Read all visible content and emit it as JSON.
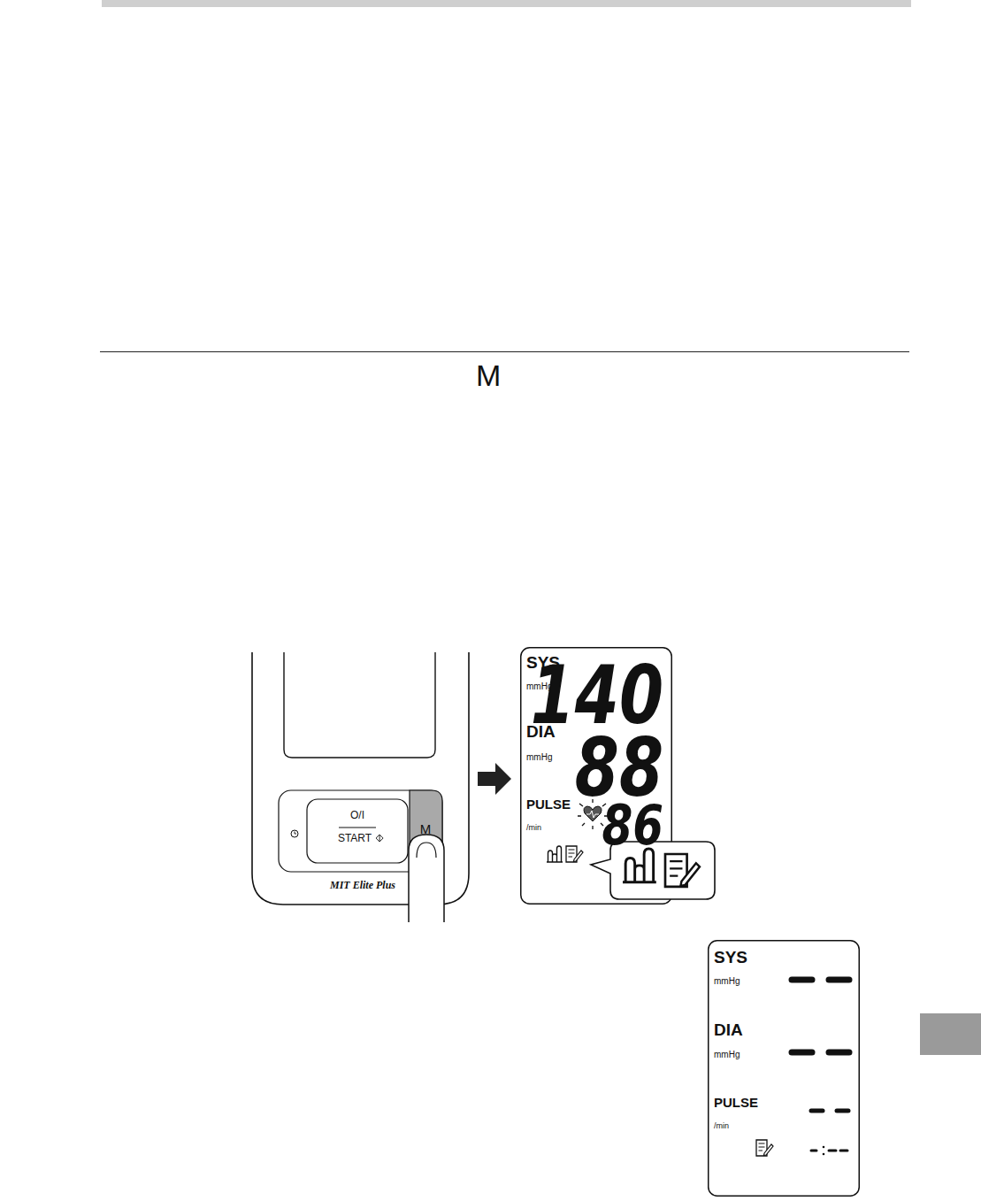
{
  "diagram": {
    "nodes": [
      {
        "text": [
          "MIT Elite Plus"
        ]
      },
      {
        "text": [
          "O/I",
          "START"
        ],
        "in": 0
      },
      {
        "text": [
          "M"
        ],
        "in": 0
      },
      {
        "text": [
          "SYS",
          "mmHg",
          "140",
          "DIA",
          "mmHg",
          "88",
          "PULSE",
          "/min",
          "86"
        ]
      },
      {
        "text": [
          "SYS",
          "mmHg",
          "DIA",
          "mmHg",
          "PULSE",
          "/min"
        ]
      }
    ],
    "edges": [
      {
        "from": 0,
        "to": 3,
        "arrow": "to"
      }
    ],
    "labels": [
      "M"
    ]
  }
}
